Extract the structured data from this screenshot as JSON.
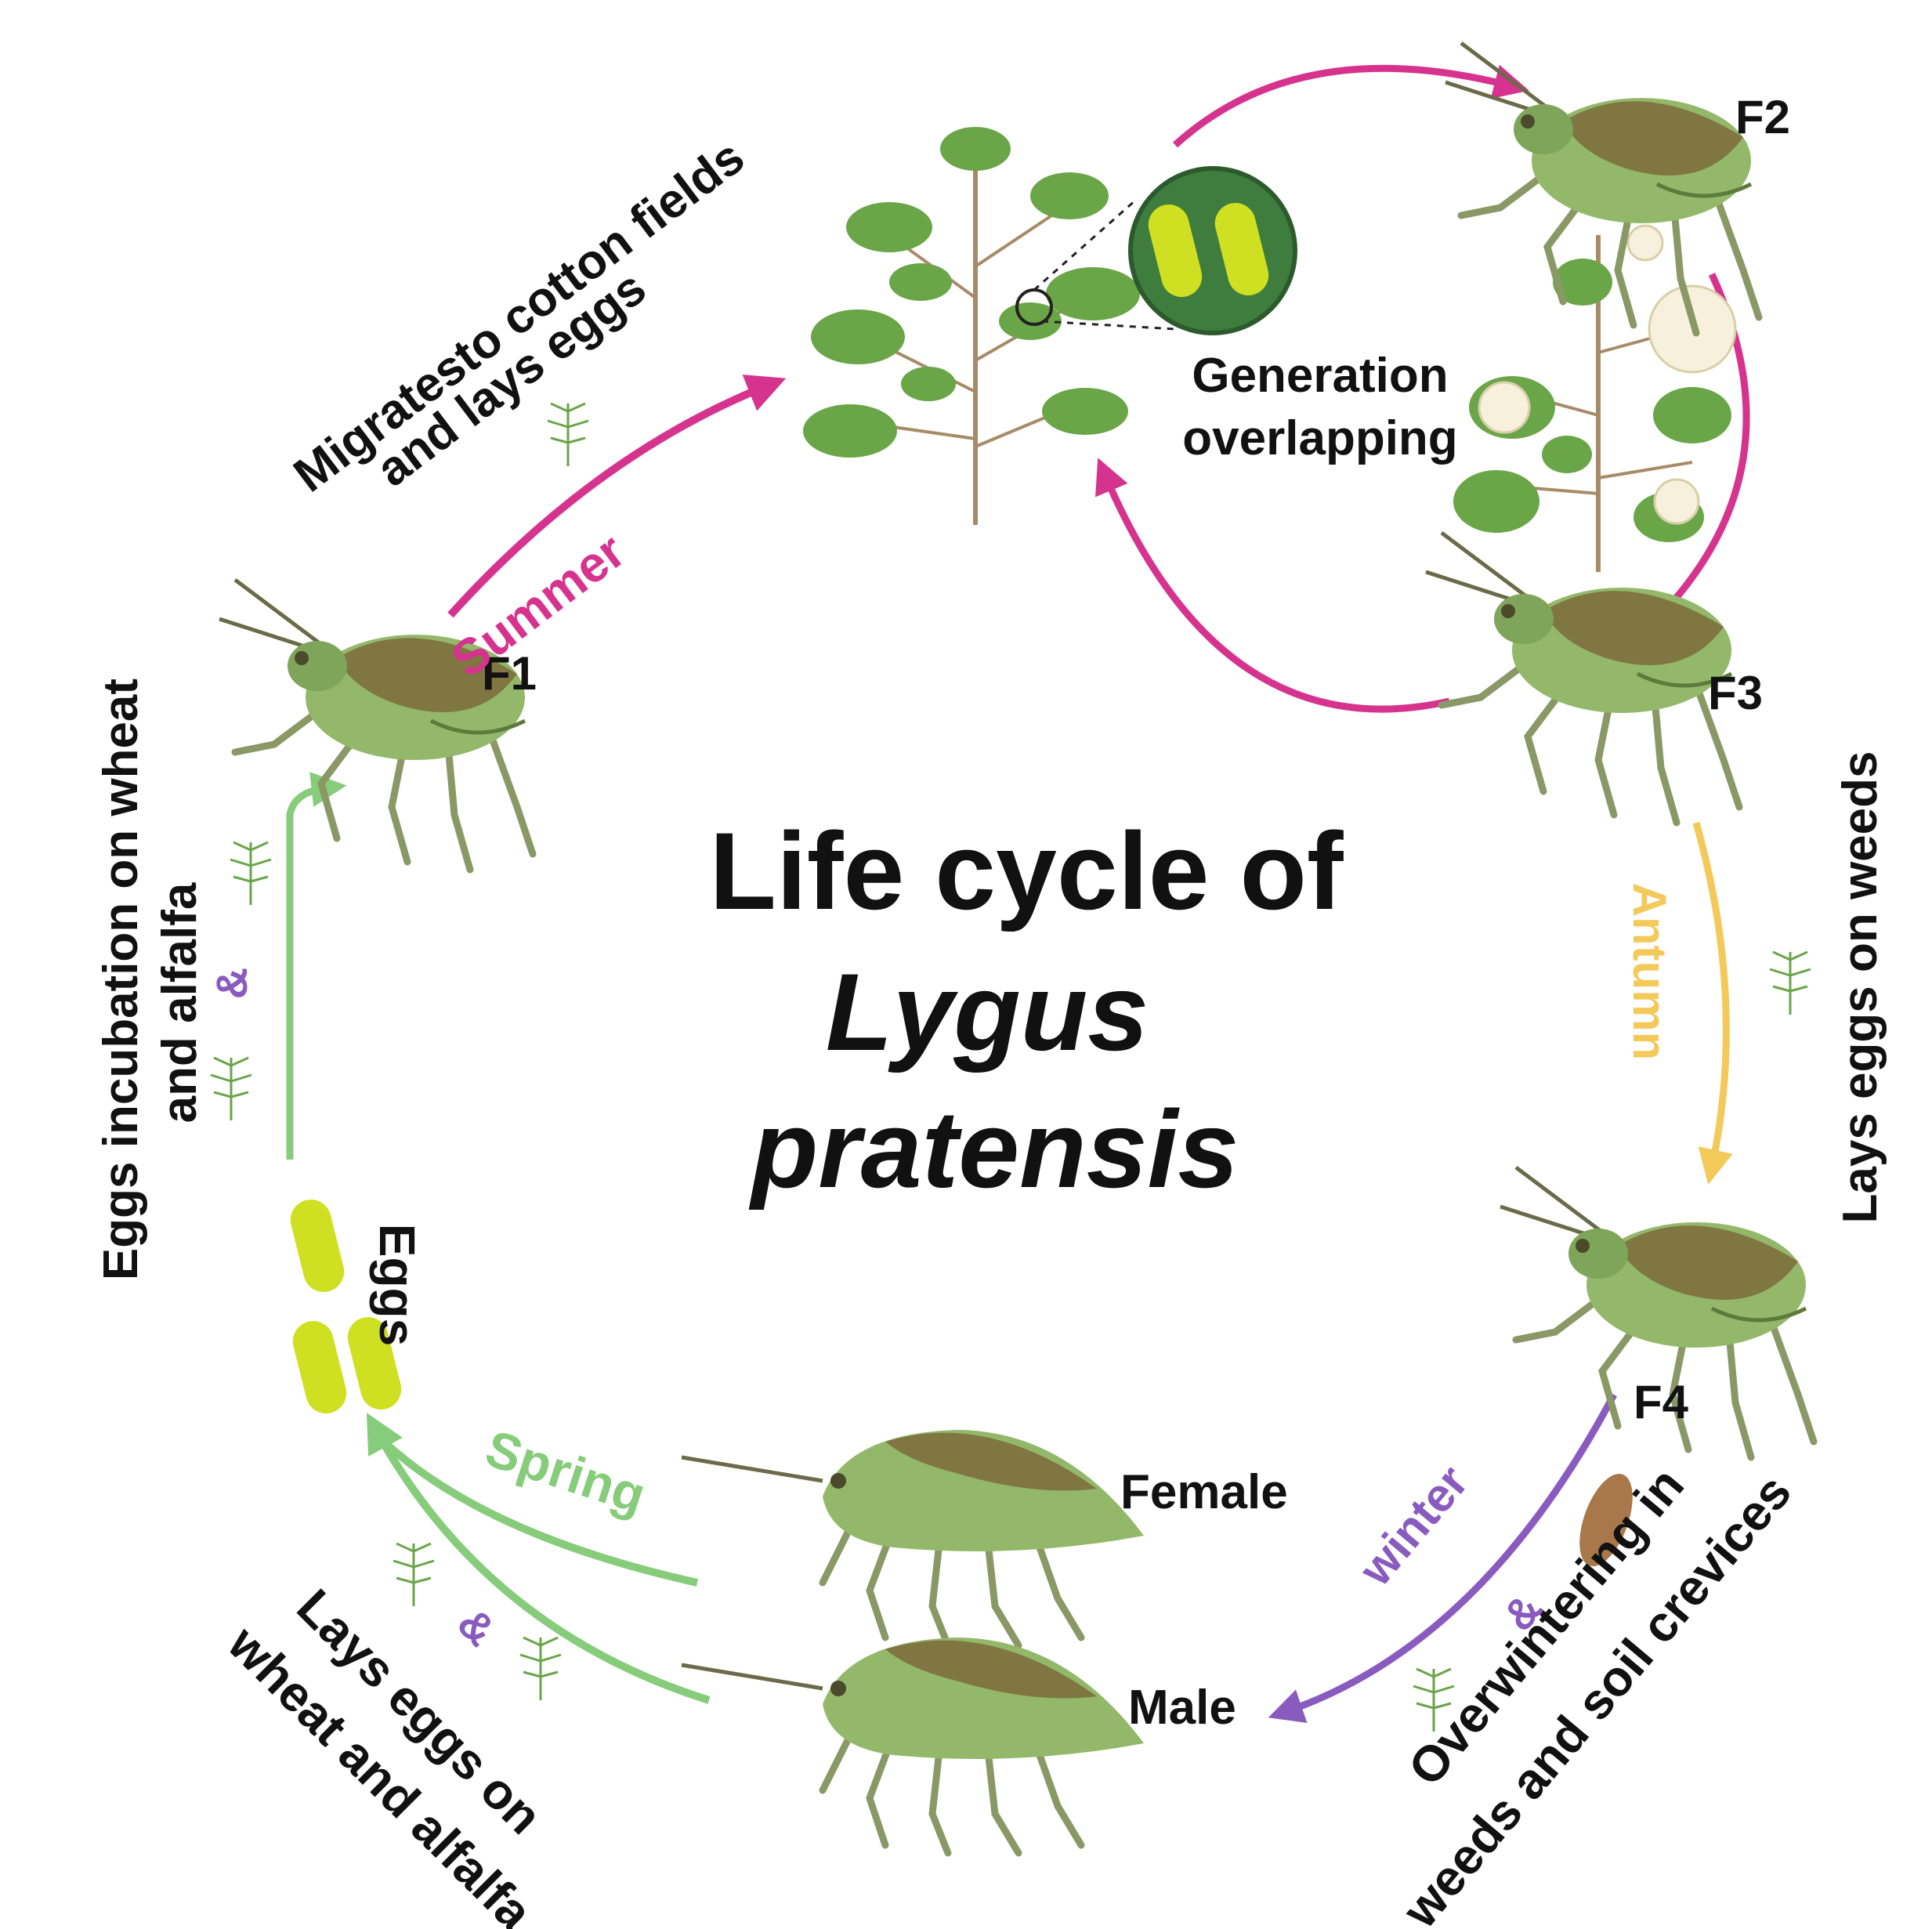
{
  "title": {
    "line1": "Life cycle of",
    "line2": "Lygus",
    "line3": "pratensis"
  },
  "generations": {
    "f1": "F1",
    "f2": "F2",
    "f3": "F3",
    "f4": "F4"
  },
  "adults": {
    "female": "Female",
    "male": "Male"
  },
  "seasons": {
    "summer": "Summer",
    "autumn": "Antumn",
    "winter": "winter",
    "spring": "Spring"
  },
  "notes": {
    "migrate_line1": "Migratesto cotton fields",
    "migrate_line2": "and lays eggs",
    "overlap_line1": "Generation",
    "overlap_line2": "overlapping",
    "weeds_eggs": "Lays eggs on weeds",
    "overwinter_line1": "Overwintering in",
    "overwinter_line2": "weeds and soil crevices",
    "spring_eggs_line1": "Lays eggs on",
    "spring_eggs_line2": "wheat and alfalfa",
    "incubation_line1": "Eggs incubation on wheat",
    "incubation_line2": "and alfalfa",
    "eggs": "Eggs",
    "amp_incubation": "&",
    "amp_winter": "&",
    "amp_spring": "&"
  },
  "colors": {
    "summer": "#d6338f",
    "autumn": "#f3c95a",
    "winter": "#8a5bbf",
    "spring": "#86cc7a",
    "egg": "#cfe022",
    "bug_body": "#93b86a",
    "bug_wing": "#7c6a3a",
    "plant_leaf": "#6aa548"
  }
}
